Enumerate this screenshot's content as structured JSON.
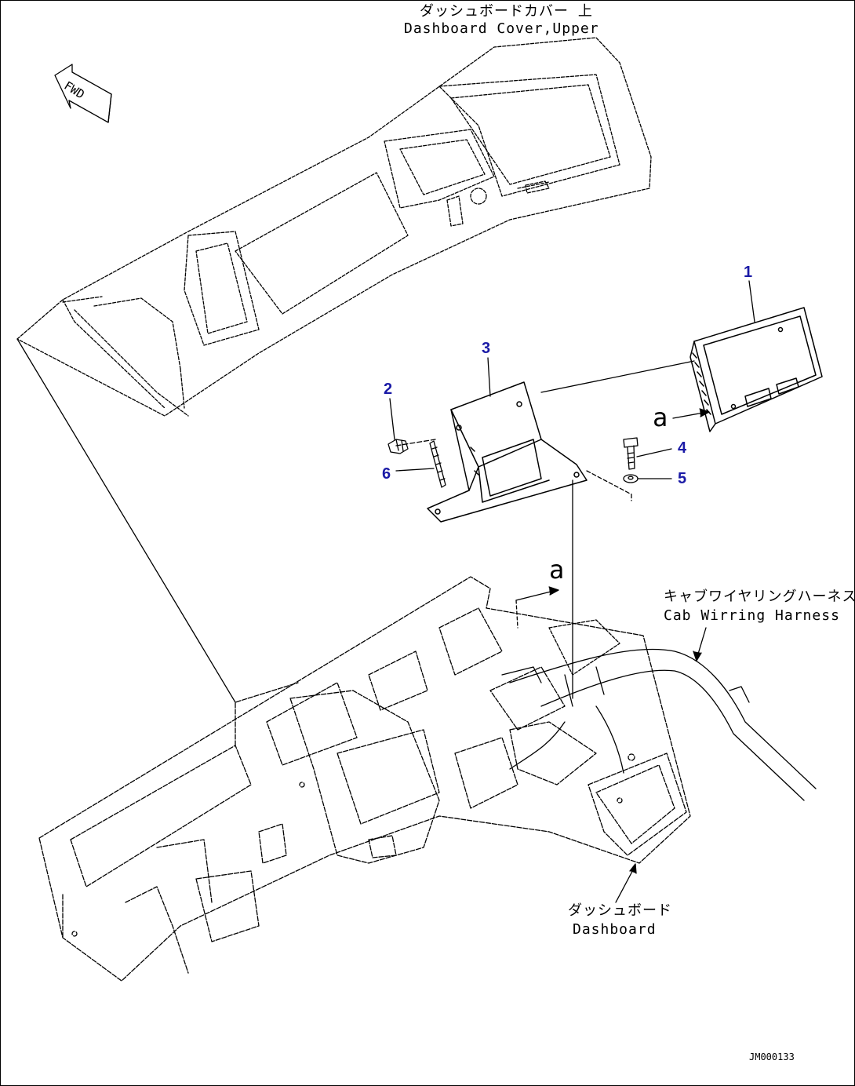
{
  "labels": {
    "dashboard_cover_jp": "ダッシュボードカバー 上",
    "dashboard_cover_en": "Dashboard Cover,Upper",
    "harness_jp": "キャブワイヤリングハーネス",
    "harness_en": "Cab Wirring Harness",
    "dashboard_jp": "ダッシュボード",
    "dashboard_en": "Dashboard",
    "fwd": "FWD",
    "ref_a": "a",
    "drawing_code": "JM000133"
  },
  "callouts": [
    "1",
    "2",
    "3",
    "4",
    "5",
    "6"
  ],
  "colors": {
    "ink": "#000000",
    "callout": "#1a1aa6"
  }
}
